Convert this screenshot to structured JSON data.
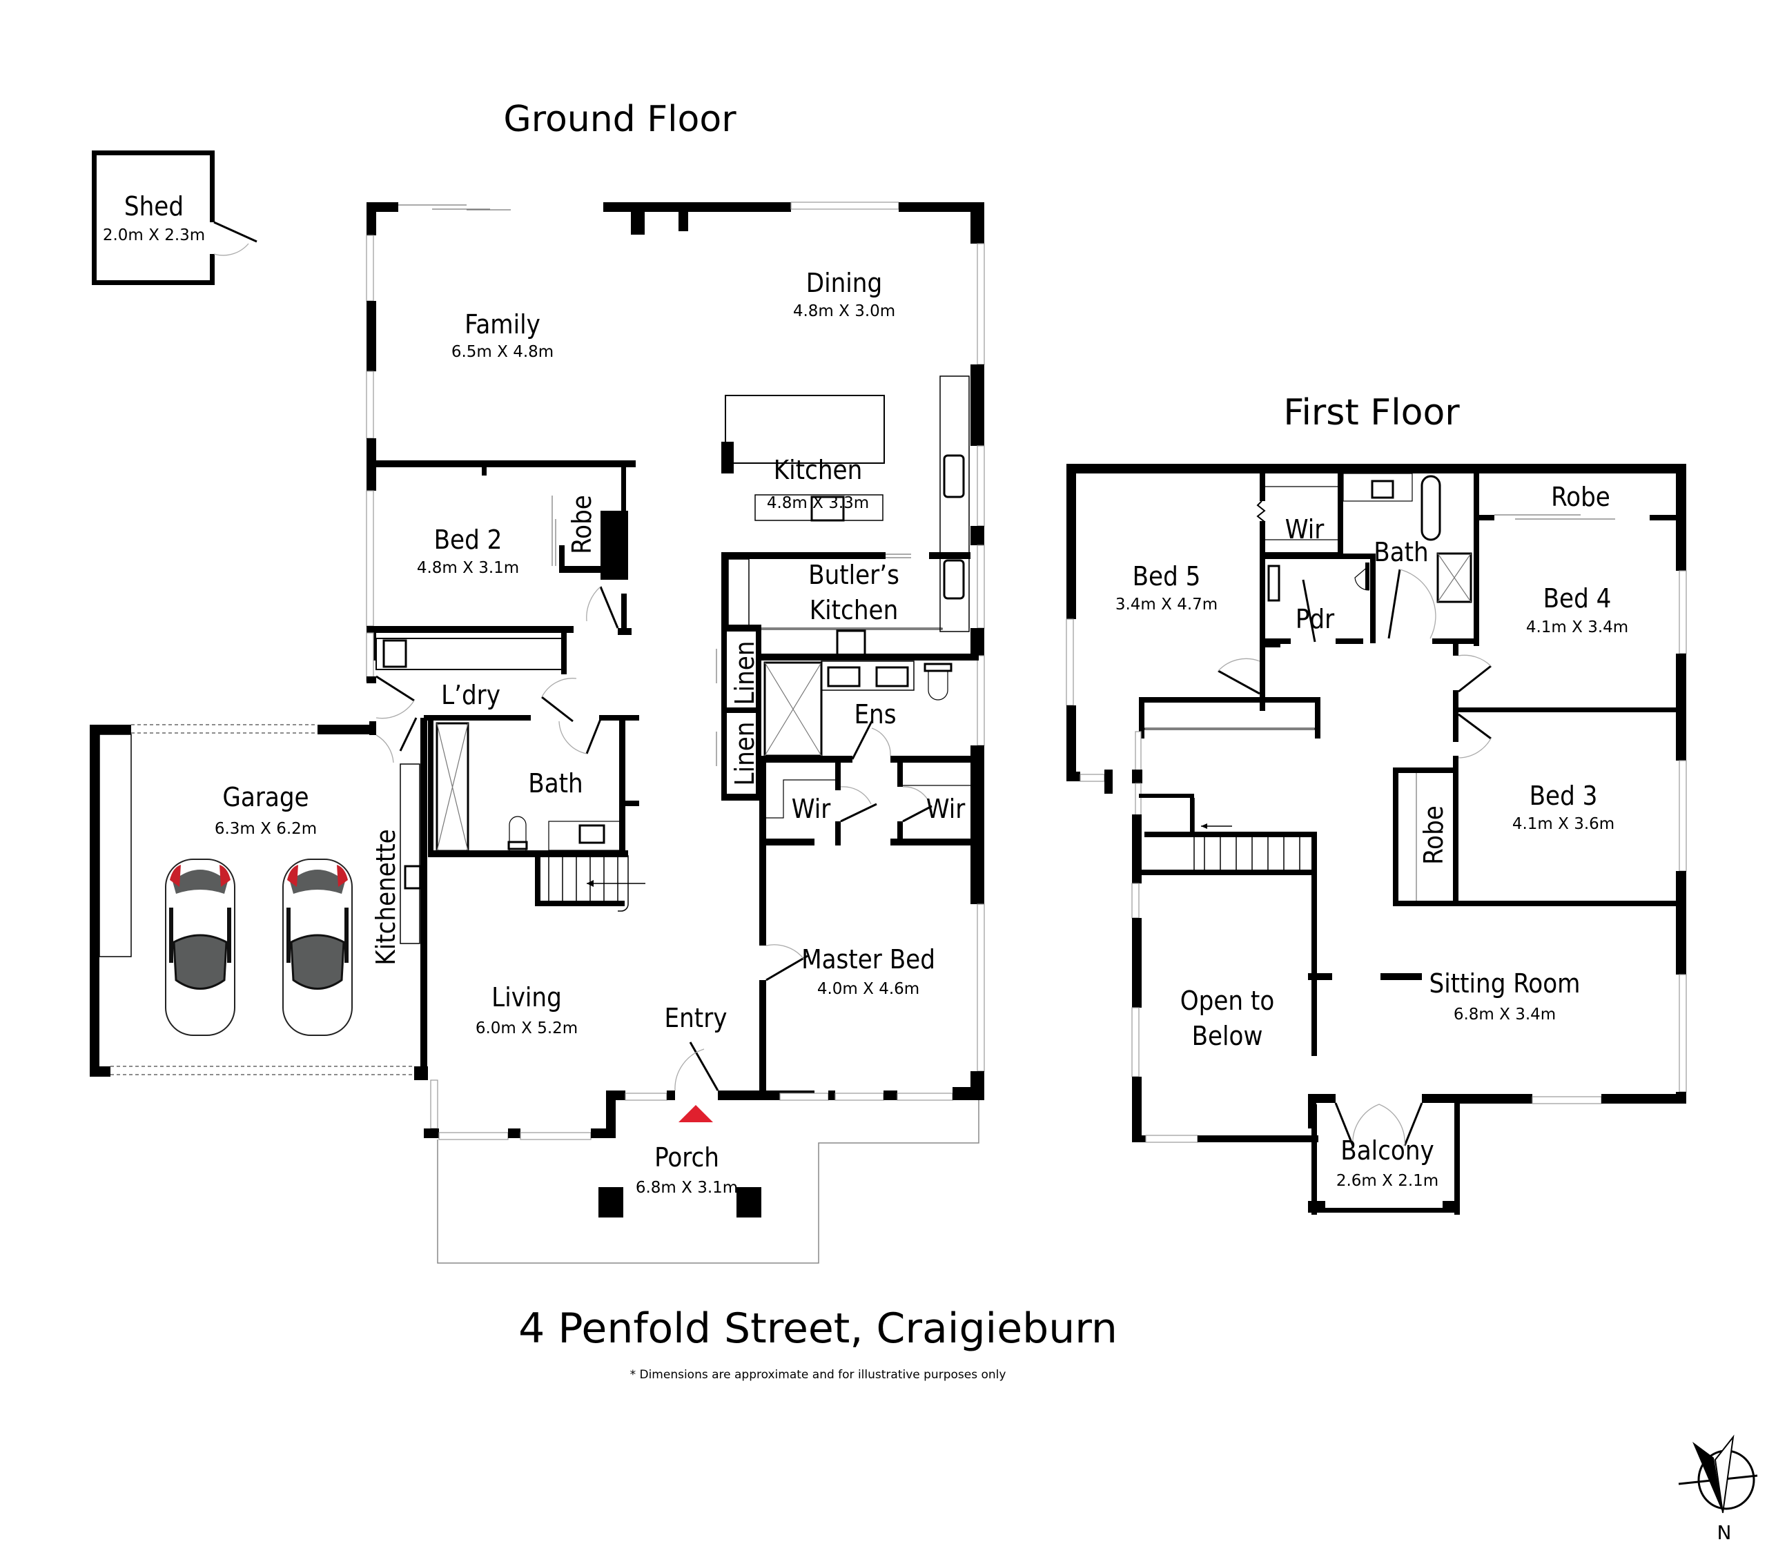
{
  "ground_floor": {
    "title": "Ground Floor",
    "rooms": {
      "shed": {
        "name": "Shed",
        "dim": "2.0m X 2.3m"
      },
      "family": {
        "name": "Family",
        "dim": "6.5m X 4.8m"
      },
      "dining": {
        "name": "Dining",
        "dim": "4.8m X 3.0m"
      },
      "kitchen": {
        "name": "Kitchen",
        "dim": "4.8m X 3.3m"
      },
      "butlers_kitchen": {
        "name_line1": "Butler’s",
        "name_line2": "Kitchen"
      },
      "bed2": {
        "name": "Bed 2",
        "dim": "4.8m X 3.1m"
      },
      "bed2_robe": {
        "name": "Robe"
      },
      "laundry": {
        "name": "L’dry"
      },
      "linen1": {
        "name": "Linen"
      },
      "linen2": {
        "name": "Linen"
      },
      "ensuite": {
        "name": "Ens"
      },
      "wir1": {
        "name": "Wir"
      },
      "wir2": {
        "name": "Wir"
      },
      "garage": {
        "name": "Garage",
        "dim": "6.3m X 6.2m"
      },
      "kitchenette": {
        "name": "Kitchenette"
      },
      "bath": {
        "name": "Bath"
      },
      "living": {
        "name": "Living",
        "dim": "6.0m X 5.2m"
      },
      "entry": {
        "name": "Entry"
      },
      "master_bed": {
        "name": "Master Bed",
        "dim": "4.0m X 4.6m"
      },
      "porch": {
        "name": "Porch",
        "dim": "6.8m X 3.1m"
      }
    }
  },
  "first_floor": {
    "title": "First Floor",
    "rooms": {
      "bed5": {
        "name": "Bed 5",
        "dim": "3.4m X 4.7m"
      },
      "wir": {
        "name": "Wir"
      },
      "bath": {
        "name": "Bath"
      },
      "pdr": {
        "name": "Pdr"
      },
      "robe_top": {
        "name": "Robe"
      },
      "bed4": {
        "name": "Bed 4",
        "dim": "4.1m X 3.4m"
      },
      "robe_side": {
        "name": "Robe"
      },
      "bed3": {
        "name": "Bed 3",
        "dim": "4.1m X 3.6m"
      },
      "open_to_below": {
        "name_line1": "Open to",
        "name_line2": "Below"
      },
      "sitting_room": {
        "name": "Sitting Room",
        "dim": "6.8m X 3.4m"
      },
      "balcony": {
        "name": "Balcony",
        "dim": "2.6m X 2.1m"
      }
    }
  },
  "footer": {
    "address": "4 Penfold Street, Craigieburn",
    "disclaimer": "* Dimensions are approximate and for illustrative purposes only"
  },
  "compass": {
    "label": "N"
  },
  "colors": {
    "wall": "#000000",
    "entry_marker": "#e0202e",
    "car_glass": "#5a5c5c",
    "car_light": "#c8202a"
  }
}
